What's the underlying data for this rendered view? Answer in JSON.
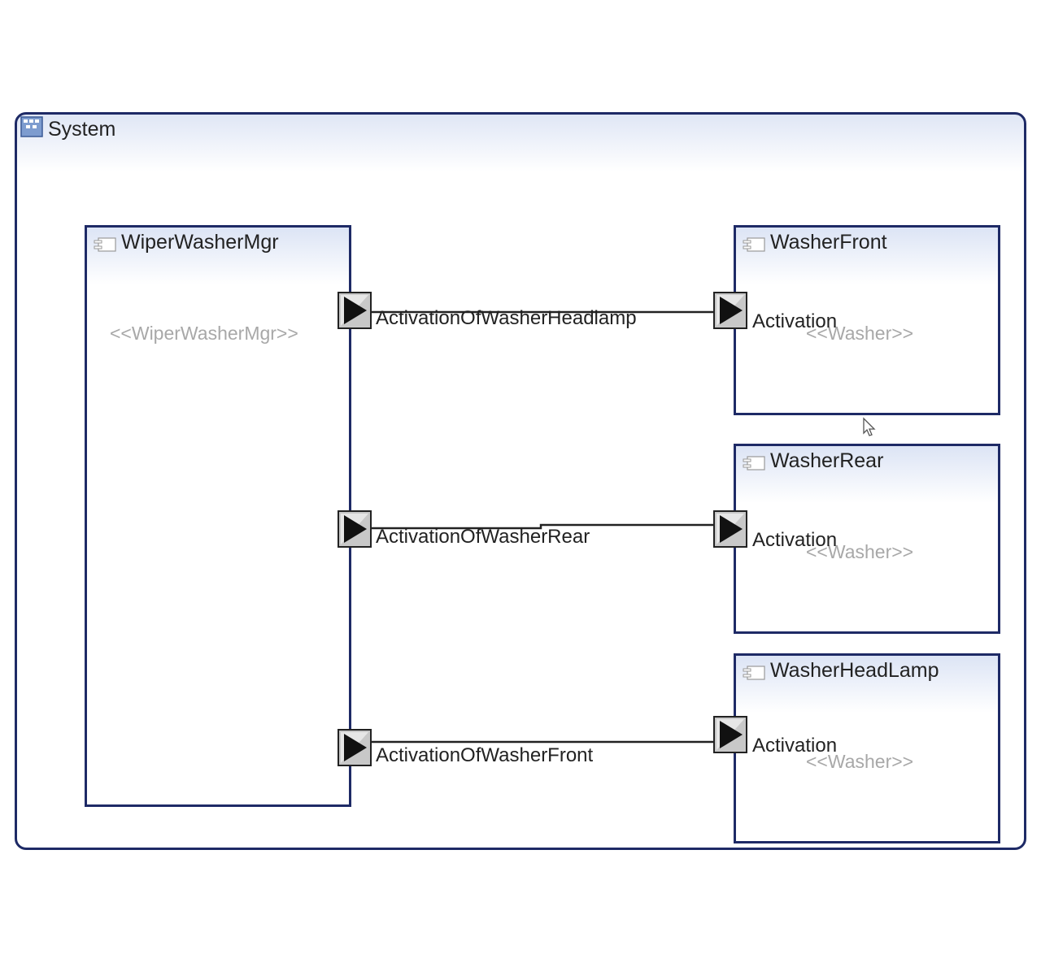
{
  "system": {
    "title": "System"
  },
  "components": {
    "wiper": {
      "title": "WiperWasherMgr",
      "stereotype": "<<WiperWasherMgr>>"
    },
    "front": {
      "title": "WasherFront",
      "stereotype": "<<Washer>>",
      "port_label": "Activation"
    },
    "rear": {
      "title": "WasherRear",
      "stereotype": "<<Washer>>",
      "port_label": "Activation"
    },
    "headlamp": {
      "title": "WasherHeadLamp",
      "stereotype": "<<Washer>>",
      "port_label": "Activation"
    }
  },
  "connectors": {
    "headlamp": "ActivationOfWasherHeadlamp",
    "rear": "ActivationOfWasherRear",
    "front": "ActivationOfWasherFront"
  }
}
